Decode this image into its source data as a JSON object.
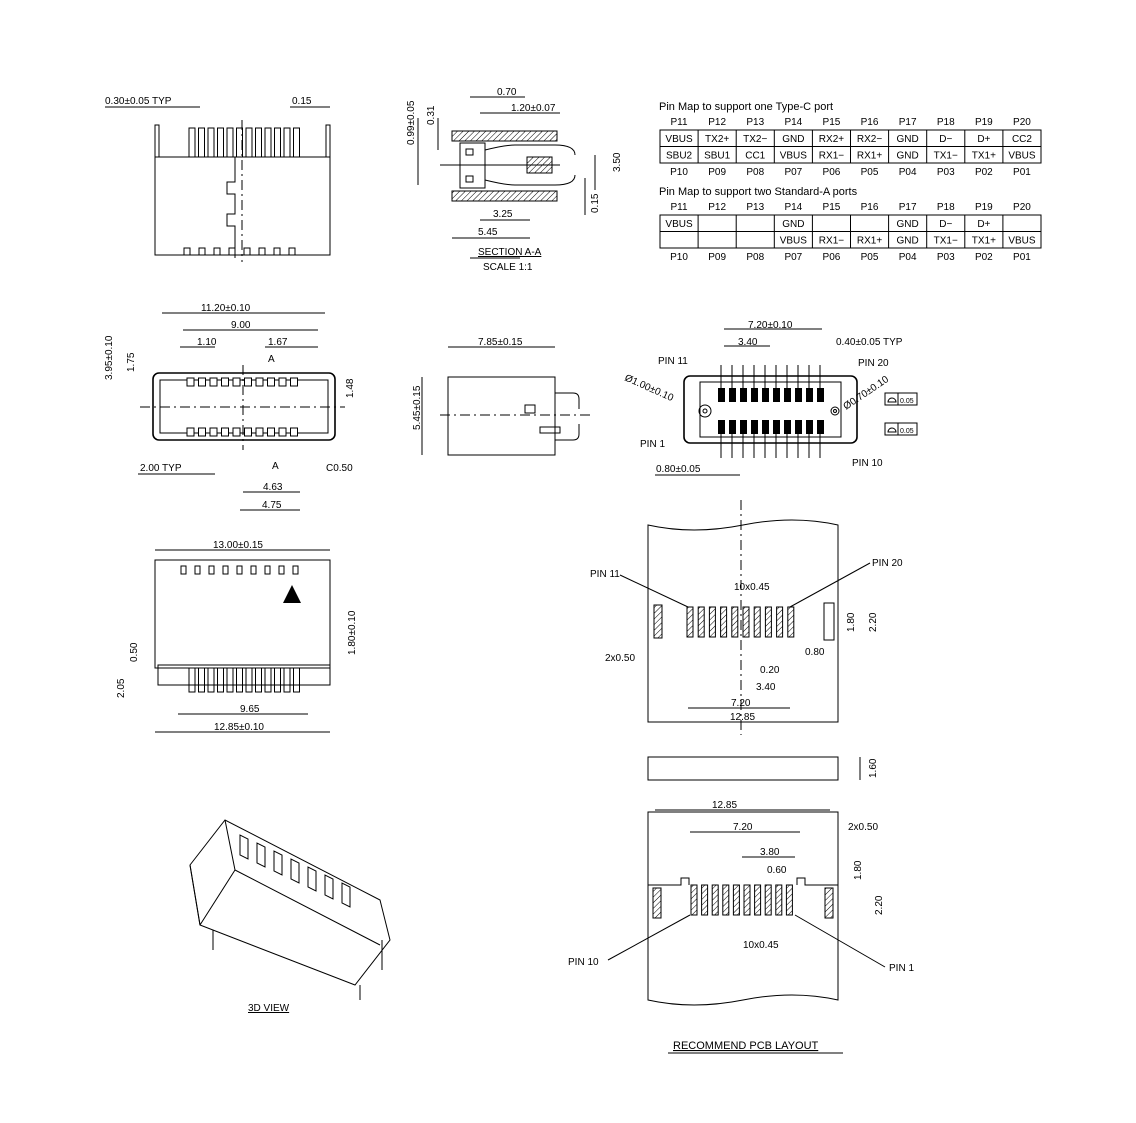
{
  "front_view": {
    "pin_width": "0.30±0.05 TYP",
    "shell_thk": "0.15"
  },
  "section": {
    "d070": "0.70",
    "d120": "1.20±0.07",
    "d099": "0.99±0.05",
    "d031": "0.31",
    "d350": "3.50",
    "d015": "0.15",
    "d325": "3.25",
    "d545": "5.45",
    "title": "SECTION A-A",
    "scale": "SCALE 1:1"
  },
  "pinmap_c": {
    "title": "Pin Map to support one Type-C port",
    "top_pins": [
      "P11",
      "P12",
      "P13",
      "P14",
      "P15",
      "P16",
      "P17",
      "P18",
      "P19",
      "P20"
    ],
    "row1": [
      "VBUS",
      "TX2+",
      "TX2−",
      "GND",
      "RX2+",
      "RX2−",
      "GND",
      "D−",
      "D+",
      "CC2"
    ],
    "row2": [
      "SBU2",
      "SBU1",
      "CC1",
      "VBUS",
      "RX1−",
      "RX1+",
      "GND",
      "TX1−",
      "TX1+",
      "VBUS"
    ],
    "bottom_pins": [
      "P10",
      "P09",
      "P08",
      "P07",
      "P06",
      "P05",
      "P04",
      "P03",
      "P02",
      "P01"
    ]
  },
  "pinmap_a": {
    "title": "Pin Map to support two Standard-A ports",
    "top_pins": [
      "P11",
      "P12",
      "P13",
      "P14",
      "P15",
      "P16",
      "P17",
      "P18",
      "P19",
      "P20"
    ],
    "row1": [
      "VBUS",
      "",
      "",
      "GND",
      "",
      "",
      "GND",
      "D−",
      "D+",
      ""
    ],
    "row2": [
      "",
      "",
      "",
      "VBUS",
      "RX1−",
      "RX1+",
      "GND",
      "TX1−",
      "TX1+",
      "VBUS"
    ],
    "bottom_pins": [
      "P10",
      "P09",
      "P08",
      "P07",
      "P06",
      "P05",
      "P04",
      "P03",
      "P02",
      "P01"
    ]
  },
  "top_view": {
    "w": "11.20±0.10",
    "d900": "9.00",
    "d110": "1.10",
    "d167": "1.67",
    "a_top": "A",
    "d395": "3.95±0.10",
    "d175": "1.75",
    "d148": "1.48",
    "d200": "2.00 TYP",
    "a_bot": "A",
    "c050": "C0.50",
    "d463": "4.63",
    "d475": "4.75"
  },
  "side_view": {
    "d785": "7.85±0.15",
    "d545": "5.45±0.15"
  },
  "bottom_view": {
    "d720": "7.20±0.10",
    "d340": "3.40",
    "d040": "0.40±0.05 TYP",
    "pin11": "PIN 11",
    "pin20": "PIN 20",
    "dia100": "Ø1.00±0.10",
    "dia070": "Ø0.70±0.10",
    "pin1": "PIN 1",
    "pin10": "PIN 10",
    "d080": "0.80±0.05",
    "flat1": "0.05",
    "flat2": "0.05"
  },
  "rear_view": {
    "d1300": "13.00±0.15",
    "d050": "0.50",
    "d180": "1.80±0.10",
    "d205": "2.05",
    "d965": "9.65",
    "d1285": "12.85±0.10"
  },
  "pcb_top": {
    "pin11": "PIN 11",
    "pin20": "PIN 20",
    "pitch": "10x0.45",
    "d180": "1.80",
    "d220": "2.20",
    "d2x050": "2x0.50",
    "d080": "0.80",
    "d020": "0.20",
    "d340": "3.40",
    "d720": "7.20",
    "d1285": "12.85"
  },
  "pcb_thk": {
    "d160": "1.60"
  },
  "pcb_bot": {
    "d1285": "12.85",
    "d720": "7.20",
    "d2x050": "2x0.50",
    "d380": "3.80",
    "d060": "0.60",
    "d180": "1.80",
    "d220": "2.20",
    "pin10": "PIN 10",
    "pitch": "10x0.45",
    "pin1": "PIN 1"
  },
  "labels": {
    "view3d": "3D VIEW",
    "pcb_title": "RECOMMEND PCB LAYOUT"
  }
}
